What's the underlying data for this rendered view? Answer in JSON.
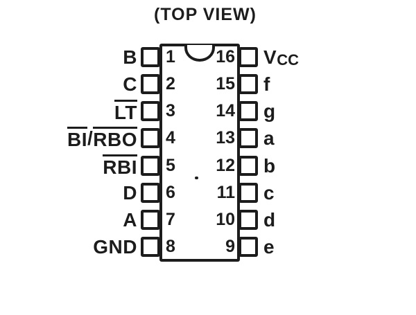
{
  "title": "(TOP VIEW)",
  "colors": {
    "ink": "#1c1c1c",
    "background": "#ffffff"
  },
  "chip": {
    "left_pins": [
      {
        "number": "1",
        "parts": [
          {
            "text": "B",
            "overline": false
          }
        ]
      },
      {
        "number": "2",
        "parts": [
          {
            "text": "C",
            "overline": false
          }
        ]
      },
      {
        "number": "3",
        "parts": [
          {
            "text": "LT",
            "overline": true
          }
        ]
      },
      {
        "number": "4",
        "parts": [
          {
            "text": "BI",
            "overline": true
          },
          {
            "text": "/",
            "overline": false
          },
          {
            "text": "RBO",
            "overline": true
          }
        ]
      },
      {
        "number": "5",
        "parts": [
          {
            "text": "RBI",
            "overline": true
          }
        ]
      },
      {
        "number": "6",
        "parts": [
          {
            "text": "D",
            "overline": false
          }
        ]
      },
      {
        "number": "7",
        "parts": [
          {
            "text": "A",
            "overline": false
          }
        ]
      },
      {
        "number": "8",
        "parts": [
          {
            "text": "GND",
            "overline": false
          }
        ]
      }
    ],
    "right_pins": [
      {
        "number": "16",
        "parts": [
          {
            "text": "V",
            "overline": false
          },
          {
            "text": "CC",
            "overline": false,
            "subscript": true
          }
        ]
      },
      {
        "number": "15",
        "parts": [
          {
            "text": "f",
            "overline": false
          }
        ]
      },
      {
        "number": "14",
        "parts": [
          {
            "text": "g",
            "overline": false
          }
        ]
      },
      {
        "number": "13",
        "parts": [
          {
            "text": "a",
            "overline": false
          }
        ]
      },
      {
        "number": "12",
        "parts": [
          {
            "text": "b",
            "overline": false
          }
        ]
      },
      {
        "number": "11",
        "parts": [
          {
            "text": "c",
            "overline": false
          }
        ]
      },
      {
        "number": "10",
        "parts": [
          {
            "text": "d",
            "overline": false
          }
        ]
      },
      {
        "number": "9",
        "parts": [
          {
            "text": "e",
            "overline": false
          }
        ]
      }
    ]
  }
}
